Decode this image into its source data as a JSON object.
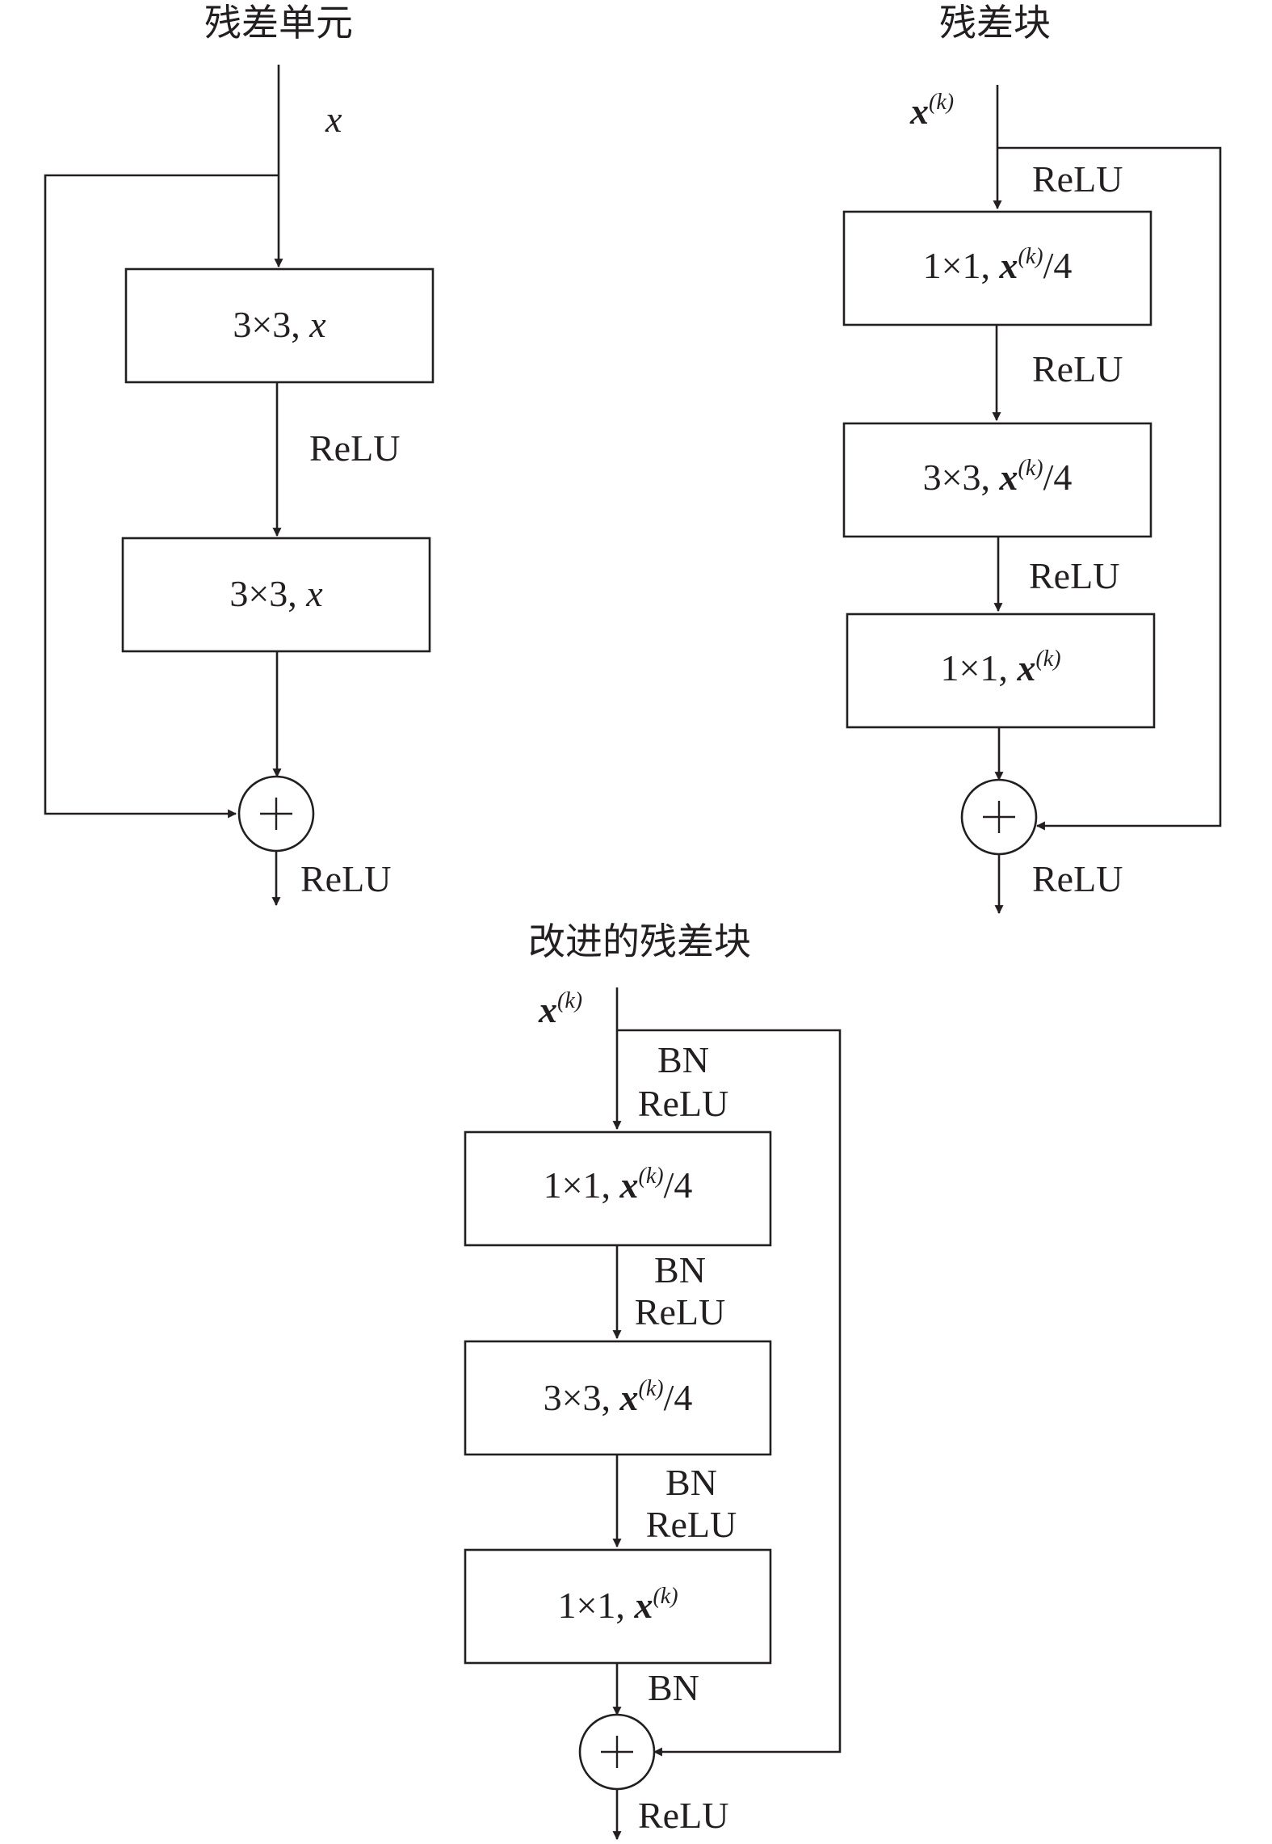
{
  "colors": {
    "ink": "#231f20",
    "background": "#ffffff"
  },
  "unit": {
    "title": "残差单元",
    "input_var": "x",
    "box1": {
      "prefix": "3×3, ",
      "var": "x"
    },
    "act1": "ReLU",
    "box2": {
      "prefix": "3×3, ",
      "var": "x"
    },
    "output_act": "ReLU",
    "adder_symbol": "+"
  },
  "block": {
    "title": "残差块",
    "input_var": "x",
    "input_sup": "(k)",
    "act0": "ReLU",
    "box1": {
      "prefix": "1×1, ",
      "var": "x",
      "sup": "(k)",
      "suffix": "/4"
    },
    "act1": "ReLU",
    "box2": {
      "prefix": "3×3, ",
      "var": "x",
      "sup": "(k)",
      "suffix": "/4"
    },
    "act2": "ReLU",
    "box3": {
      "prefix": "1×1, ",
      "var": "x",
      "sup": "(k)",
      "suffix": ""
    },
    "output_act": "ReLU",
    "adder_symbol": "+"
  },
  "improved": {
    "title": "改进的残差块",
    "input_var": "x",
    "input_sup": "(k)",
    "pre0": {
      "bn": "BN",
      "relu": "ReLU"
    },
    "box1": {
      "prefix": "1×1, ",
      "var": "x",
      "sup": "(k)",
      "suffix": "/4"
    },
    "pre1": {
      "bn": "BN",
      "relu": "ReLU"
    },
    "box2": {
      "prefix": "3×3, ",
      "var": "x",
      "sup": "(k)",
      "suffix": "/4"
    },
    "pre2": {
      "bn": "BN",
      "relu": "ReLU"
    },
    "box3": {
      "prefix": "1×1, ",
      "var": "x",
      "sup": "(k)",
      "suffix": ""
    },
    "post_bn": "BN",
    "output_act": "ReLU",
    "adder_symbol": "+"
  }
}
